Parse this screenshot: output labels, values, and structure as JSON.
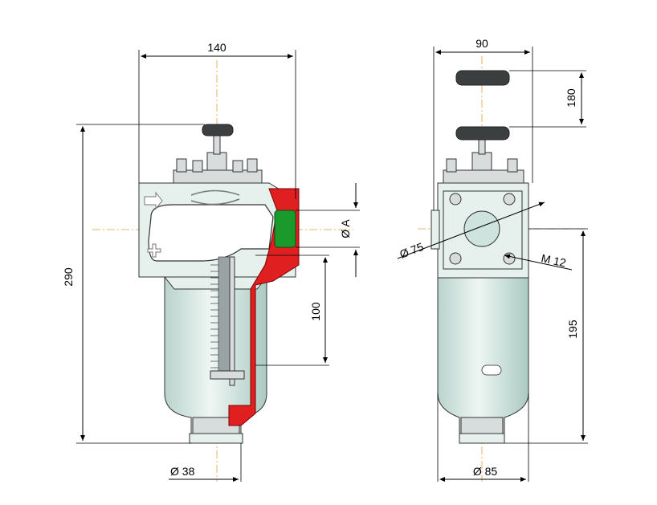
{
  "dimensions": {
    "width_left": "140",
    "height_total": "290",
    "dia_bottom_left": "Ø 38",
    "insert_100": "100",
    "port_dia": "Ø A",
    "width_right": "90",
    "top_180": "180",
    "flange_dia": "Ø 75",
    "thread": "M 12",
    "height_195": "195",
    "dia_bottom_right": "Ø 85"
  },
  "colors": {
    "section_cut": "#e02020",
    "seal": "#1a9a2a",
    "body": "#d8ebe6",
    "axis": "#e0a040"
  },
  "icons": [
    "flow-arrow-icon",
    "rotate-arrow-icon",
    "plus-icon"
  ]
}
